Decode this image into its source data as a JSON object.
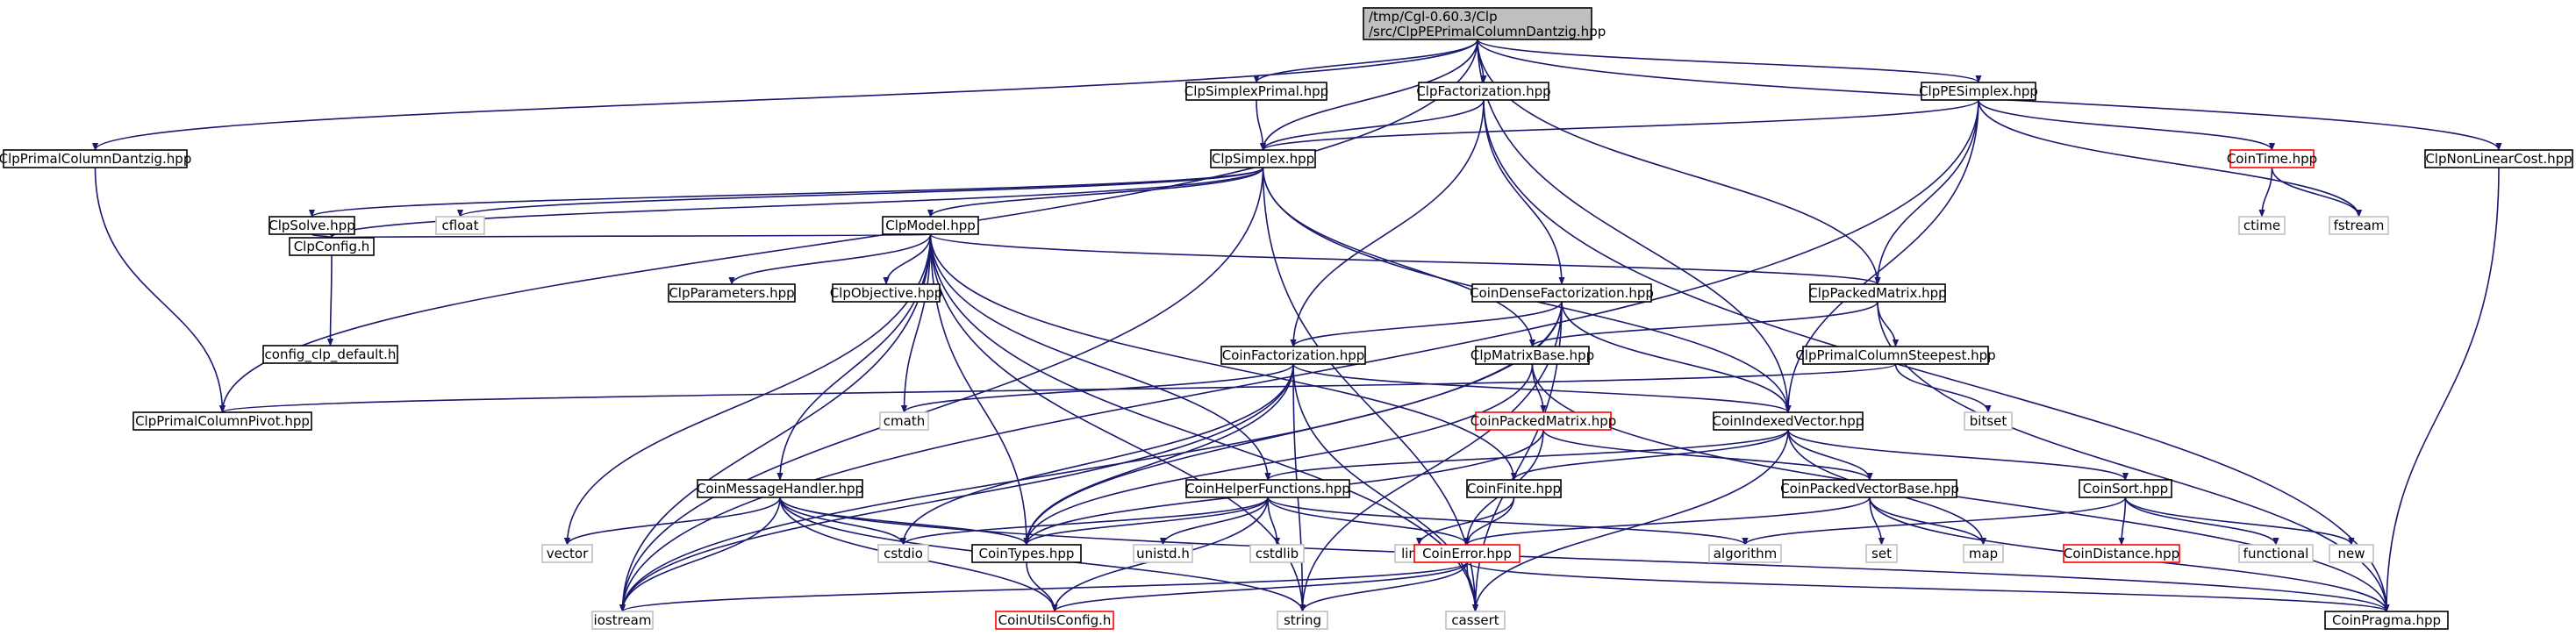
{
  "colors": {
    "edge": "#191970",
    "root_fill": "#bfbfbf",
    "normal_border": "#000000",
    "missing_border": "#bfbfbf",
    "red_border": "#ff0000",
    "fill": "#ffffff"
  },
  "nodes": [
    {
      "id": "root",
      "lines": [
        "/tmp/Cgl-0.60.3/Clp",
        "/src/ClpPEPrimalColumnDantzig.hpp"
      ],
      "style": "root"
    },
    {
      "id": "ClpSimplexPrimal",
      "lines": [
        "ClpSimplexPrimal.hpp"
      ],
      "style": "normal"
    },
    {
      "id": "ClpFactorization",
      "lines": [
        "ClpFactorization.hpp"
      ],
      "style": "normal"
    },
    {
      "id": "ClpPESimplex",
      "lines": [
        "ClpPESimplex.hpp"
      ],
      "style": "normal"
    },
    {
      "id": "ClpPrimalColumnDantzig",
      "lines": [
        "ClpPrimalColumnDantzig.hpp"
      ],
      "style": "normal"
    },
    {
      "id": "ClpNonLinearCost",
      "lines": [
        "ClpNonLinearCost.hpp"
      ],
      "style": "normal"
    },
    {
      "id": "ClpSimplex",
      "lines": [
        "ClpSimplex.hpp"
      ],
      "style": "normal"
    },
    {
      "id": "CoinTime",
      "lines": [
        "CoinTime.hpp"
      ],
      "style": "red"
    },
    {
      "id": "ClpSolve",
      "lines": [
        "ClpSolve.hpp"
      ],
      "style": "normal"
    },
    {
      "id": "cfloat",
      "lines": [
        "cfloat"
      ],
      "style": "missing"
    },
    {
      "id": "ClpModel",
      "lines": [
        "ClpModel.hpp"
      ],
      "style": "normal"
    },
    {
      "id": "ctime",
      "lines": [
        "ctime"
      ],
      "style": "missing"
    },
    {
      "id": "fstream",
      "lines": [
        "fstream"
      ],
      "style": "missing"
    },
    {
      "id": "ClpConfig",
      "lines": [
        "ClpConfig.h"
      ],
      "style": "normal"
    },
    {
      "id": "ClpParameters",
      "lines": [
        "ClpParameters.hpp"
      ],
      "style": "normal"
    },
    {
      "id": "ClpObjective",
      "lines": [
        "ClpObjective.hpp"
      ],
      "style": "normal"
    },
    {
      "id": "CoinDenseFactorization",
      "lines": [
        "CoinDenseFactorization.hpp"
      ],
      "style": "normal"
    },
    {
      "id": "ClpPackedMatrix",
      "lines": [
        "ClpPackedMatrix.hpp"
      ],
      "style": "normal"
    },
    {
      "id": "config_clp_default",
      "lines": [
        "config_clp_default.h"
      ],
      "style": "normal"
    },
    {
      "id": "CoinFactorization",
      "lines": [
        "CoinFactorization.hpp"
      ],
      "style": "normal"
    },
    {
      "id": "ClpMatrixBase",
      "lines": [
        "ClpMatrixBase.hpp"
      ],
      "style": "normal"
    },
    {
      "id": "ClpPrimalColumnSteepest",
      "lines": [
        "ClpPrimalColumnSteepest.hpp"
      ],
      "style": "normal"
    },
    {
      "id": "ClpPrimalColumnPivot",
      "lines": [
        "ClpPrimalColumnPivot.hpp"
      ],
      "style": "normal"
    },
    {
      "id": "cmath",
      "lines": [
        "cmath"
      ],
      "style": "missing"
    },
    {
      "id": "CoinPackedMatrix",
      "lines": [
        "CoinPackedMatrix.hpp"
      ],
      "style": "red"
    },
    {
      "id": "CoinIndexedVector",
      "lines": [
        "CoinIndexedVector.hpp"
      ],
      "style": "normal"
    },
    {
      "id": "bitset",
      "lines": [
        "bitset"
      ],
      "style": "missing"
    },
    {
      "id": "CoinMessageHandler",
      "lines": [
        "CoinMessageHandler.hpp"
      ],
      "style": "normal"
    },
    {
      "id": "CoinHelperFunctions",
      "lines": [
        "CoinHelperFunctions.hpp"
      ],
      "style": "normal"
    },
    {
      "id": "CoinFinite",
      "lines": [
        "CoinFinite.hpp"
      ],
      "style": "normal"
    },
    {
      "id": "CoinPackedVectorBase",
      "lines": [
        "CoinPackedVectorBase.hpp"
      ],
      "style": "normal"
    },
    {
      "id": "CoinSort",
      "lines": [
        "CoinSort.hpp"
      ],
      "style": "normal"
    },
    {
      "id": "vector",
      "lines": [
        "vector"
      ],
      "style": "missing"
    },
    {
      "id": "cstdio",
      "lines": [
        "cstdio"
      ],
      "style": "missing"
    },
    {
      "id": "CoinTypes",
      "lines": [
        "CoinTypes.hpp"
      ],
      "style": "normal"
    },
    {
      "id": "unistd",
      "lines": [
        "unistd.h"
      ],
      "style": "missing"
    },
    {
      "id": "cstdlib",
      "lines": [
        "cstdlib"
      ],
      "style": "missing"
    },
    {
      "id": "limits",
      "lines": [
        "limits"
      ],
      "style": "missing"
    },
    {
      "id": "CoinError",
      "lines": [
        "CoinError.hpp"
      ],
      "style": "red"
    },
    {
      "id": "algorithm",
      "lines": [
        "algorithm"
      ],
      "style": "missing"
    },
    {
      "id": "set",
      "lines": [
        "set"
      ],
      "style": "missing"
    },
    {
      "id": "map",
      "lines": [
        "map"
      ],
      "style": "missing"
    },
    {
      "id": "CoinDistance",
      "lines": [
        "CoinDistance.hpp"
      ],
      "style": "red"
    },
    {
      "id": "functional",
      "lines": [
        "functional"
      ],
      "style": "missing"
    },
    {
      "id": "new",
      "lines": [
        "new"
      ],
      "style": "missing"
    },
    {
      "id": "iostream",
      "lines": [
        "iostream"
      ],
      "style": "missing"
    },
    {
      "id": "CoinUtilsConfig",
      "lines": [
        "CoinUtilsConfig.h"
      ],
      "style": "red"
    },
    {
      "id": "string",
      "lines": [
        "string"
      ],
      "style": "missing"
    },
    {
      "id": "cassert",
      "lines": [
        "cassert"
      ],
      "style": "missing"
    },
    {
      "id": "CoinPragma",
      "lines": [
        "CoinPragma.hpp"
      ],
      "style": "normal"
    }
  ],
  "edges": [
    [
      "root",
      "ClpSimplexPrimal"
    ],
    [
      "root",
      "ClpFactorization"
    ],
    [
      "root",
      "ClpPESimplex"
    ],
    [
      "root",
      "ClpPrimalColumnDantzig"
    ],
    [
      "root",
      "ClpNonLinearCost"
    ],
    [
      "root",
      "ClpSimplex"
    ],
    [
      "root",
      "ClpPrimalColumnPivot"
    ],
    [
      "root",
      "ClpPackedMatrix"
    ],
    [
      "root",
      "CoinIndexedVector"
    ],
    [
      "ClpSimplexPrimal",
      "ClpSimplex"
    ],
    [
      "ClpFactorization",
      "ClpSimplex"
    ],
    [
      "ClpFactorization",
      "CoinFactorization"
    ],
    [
      "ClpFactorization",
      "CoinDenseFactorization"
    ],
    [
      "ClpFactorization",
      "CoinPragma"
    ],
    [
      "ClpPESimplex",
      "ClpSimplex"
    ],
    [
      "ClpPESimplex",
      "CoinTime"
    ],
    [
      "ClpPESimplex",
      "fstream"
    ],
    [
      "ClpPESimplex",
      "ClpPackedMatrix"
    ],
    [
      "ClpPESimplex",
      "CoinIndexedVector"
    ],
    [
      "ClpPESimplex",
      "iostream"
    ],
    [
      "ClpPrimalColumnDantzig",
      "ClpPrimalColumnPivot"
    ],
    [
      "ClpNonLinearCost",
      "CoinPragma"
    ],
    [
      "ClpSimplex",
      "ClpSolve"
    ],
    [
      "ClpSimplex",
      "cfloat"
    ],
    [
      "ClpSimplex",
      "ClpModel"
    ],
    [
      "ClpSimplex",
      "ClpConfig"
    ],
    [
      "ClpSimplex",
      "ClpMatrixBase"
    ],
    [
      "ClpSimplex",
      "CoinIndexedVector"
    ],
    [
      "ClpSimplex",
      "cassert"
    ],
    [
      "ClpSimplex",
      "iostream"
    ],
    [
      "CoinTime",
      "ctime"
    ],
    [
      "CoinTime",
      "fstream"
    ],
    [
      "ClpSolve",
      "ClpConfig"
    ],
    [
      "ClpConfig",
      "config_clp_default"
    ],
    [
      "ClpModel",
      "ClpConfig"
    ],
    [
      "ClpModel",
      "ClpParameters"
    ],
    [
      "ClpModel",
      "ClpObjective"
    ],
    [
      "ClpModel",
      "ClpPackedMatrix"
    ],
    [
      "ClpModel",
      "CoinMessageHandler"
    ],
    [
      "ClpModel",
      "CoinHelperFunctions"
    ],
    [
      "ClpModel",
      "CoinFinite"
    ],
    [
      "ClpModel",
      "cmath"
    ],
    [
      "ClpModel",
      "vector"
    ],
    [
      "ClpModel",
      "iostream"
    ],
    [
      "ClpModel",
      "string"
    ],
    [
      "ClpModel",
      "CoinTypes"
    ],
    [
      "ClpModel",
      "cassert"
    ],
    [
      "CoinDenseFactorization",
      "CoinFactorization"
    ],
    [
      "CoinDenseFactorization",
      "CoinIndexedVector"
    ],
    [
      "CoinDenseFactorization",
      "CoinTypes"
    ],
    [
      "CoinDenseFactorization",
      "cassert"
    ],
    [
      "CoinDenseFactorization",
      "string"
    ],
    [
      "CoinDenseFactorization",
      "iostream"
    ],
    [
      "ClpPackedMatrix",
      "ClpMatrixBase"
    ],
    [
      "ClpPackedMatrix",
      "ClpPrimalColumnSteepest"
    ],
    [
      "ClpPackedMatrix",
      "CoinPragma"
    ],
    [
      "CoinFactorization",
      "CoinIndexedVector"
    ],
    [
      "CoinFactorization",
      "CoinTypes"
    ],
    [
      "CoinFactorization",
      "cmath"
    ],
    [
      "CoinFactorization",
      "cstdio"
    ],
    [
      "CoinFactorization",
      "string"
    ],
    [
      "CoinFactorization",
      "cassert"
    ],
    [
      "CoinFactorization",
      "iostream"
    ],
    [
      "ClpMatrixBase",
      "CoinPackedMatrix"
    ],
    [
      "ClpMatrixBase",
      "CoinTypes"
    ],
    [
      "ClpMatrixBase",
      "CoinPragma"
    ],
    [
      "ClpPrimalColumnSteepest",
      "ClpPrimalColumnPivot"
    ],
    [
      "ClpPrimalColumnSteepest",
      "bitset"
    ],
    [
      "CoinPackedMatrix",
      "CoinError"
    ],
    [
      "CoinPackedMatrix",
      "CoinTypes"
    ],
    [
      "CoinPackedMatrix",
      "CoinPackedVectorBase"
    ],
    [
      "CoinIndexedVector",
      "CoinFinite"
    ],
    [
      "CoinIndexedVector",
      "CoinHelperFunctions"
    ],
    [
      "CoinIndexedVector",
      "CoinPackedVectorBase"
    ],
    [
      "CoinIndexedVector",
      "CoinSort"
    ],
    [
      "CoinIndexedVector",
      "map"
    ],
    [
      "CoinIndexedVector",
      "cassert"
    ],
    [
      "CoinMessageHandler",
      "vector"
    ],
    [
      "CoinMessageHandler",
      "cstdio"
    ],
    [
      "CoinMessageHandler",
      "CoinTypes"
    ],
    [
      "CoinMessageHandler",
      "iostream"
    ],
    [
      "CoinMessageHandler",
      "string"
    ],
    [
      "CoinMessageHandler",
      "CoinUtilsConfig"
    ],
    [
      "CoinMessageHandler",
      "CoinPragma"
    ],
    [
      "CoinHelperFunctions",
      "cstdio"
    ],
    [
      "CoinHelperFunctions",
      "CoinTypes"
    ],
    [
      "CoinHelperFunctions",
      "unistd"
    ],
    [
      "CoinHelperFunctions",
      "cstdlib"
    ],
    [
      "CoinHelperFunctions",
      "CoinError"
    ],
    [
      "CoinHelperFunctions",
      "algorithm"
    ],
    [
      "CoinHelperFunctions",
      "CoinUtilsConfig"
    ],
    [
      "CoinFinite",
      "limits"
    ],
    [
      "CoinFinite",
      "CoinError"
    ],
    [
      "CoinPackedVectorBase",
      "CoinError"
    ],
    [
      "CoinPackedVectorBase",
      "set"
    ],
    [
      "CoinPackedVectorBase",
      "map"
    ],
    [
      "CoinPackedVectorBase",
      "CoinPragma"
    ],
    [
      "CoinSort",
      "algorithm"
    ],
    [
      "CoinSort",
      "CoinDistance"
    ],
    [
      "CoinSort",
      "functional"
    ],
    [
      "CoinSort",
      "new"
    ],
    [
      "CoinTypes",
      "CoinUtilsConfig"
    ],
    [
      "CoinError",
      "iostream"
    ],
    [
      "CoinError",
      "string"
    ],
    [
      "CoinError",
      "cassert"
    ],
    [
      "CoinError",
      "CoinUtilsConfig"
    ],
    [
      "CoinError",
      "CoinPragma"
    ]
  ]
}
